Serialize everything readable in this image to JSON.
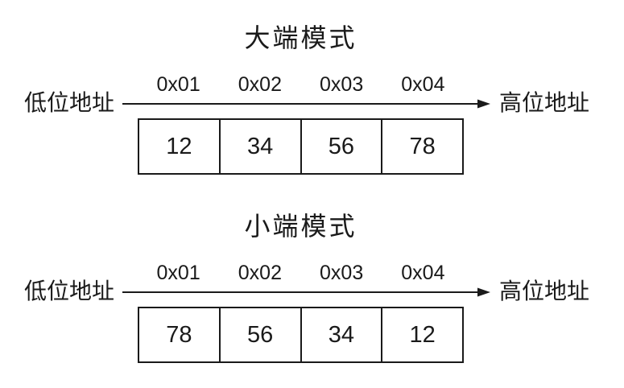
{
  "canvas": {
    "background": "#ffffff",
    "ink_color": "#1a1a1a"
  },
  "icons": {
    "right_arrow": "right-arrow"
  },
  "sections": [
    {
      "id": "big-endian",
      "title": "大端模式",
      "low_address_label": "低位地址",
      "high_address_label": "高位地址",
      "addresses": [
        "0x01",
        "0x02",
        "0x03",
        "0x04"
      ],
      "byte_values": [
        "12",
        "34",
        "56",
        "78"
      ]
    },
    {
      "id": "little-endian",
      "title": "小端模式",
      "low_address_label": "低位地址",
      "high_address_label": "高位地址",
      "addresses": [
        "0x01",
        "0x02",
        "0x03",
        "0x04"
      ],
      "byte_values": [
        "78",
        "56",
        "34",
        "12"
      ]
    }
  ]
}
